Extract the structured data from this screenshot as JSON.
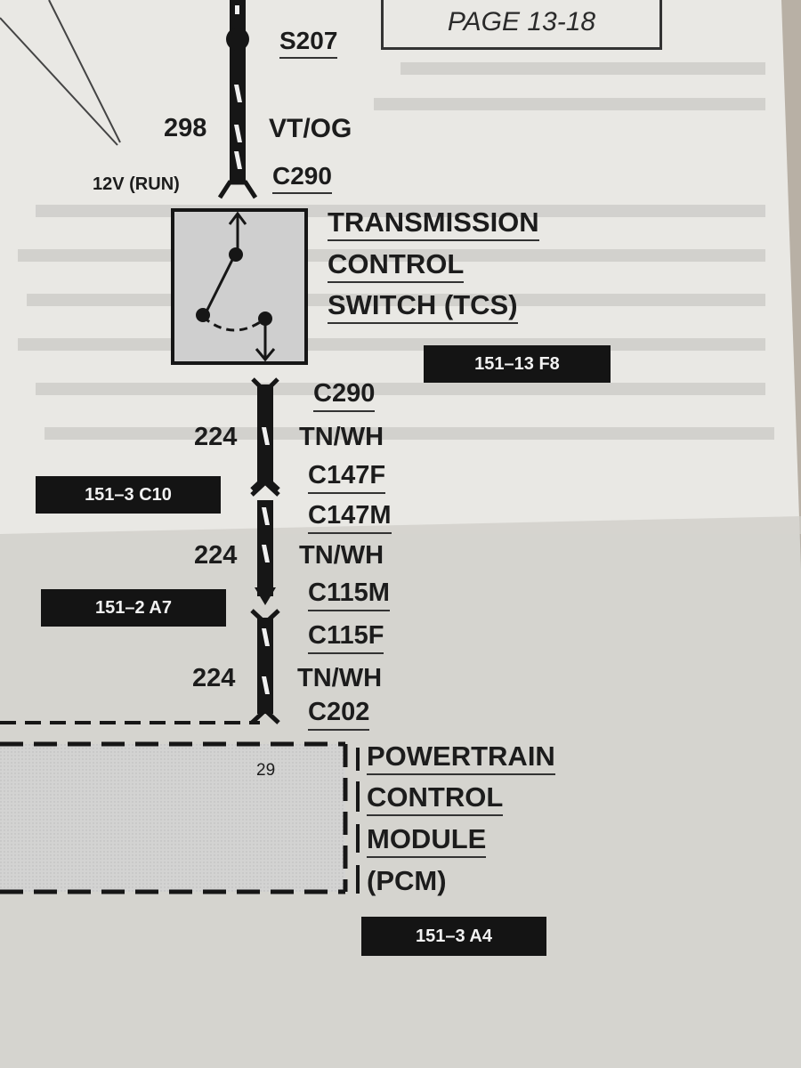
{
  "page_ref": "PAGE 13-18",
  "splice": "S207",
  "supply": {
    "circuit": "298",
    "color": "VT/OG",
    "voltage": "12V (RUN)",
    "connector": "C290"
  },
  "tcs": {
    "line1": "TRANSMISSION",
    "line2": "CONTROL",
    "line3": "SWITCH (TCS)",
    "locator": "151–13 F8"
  },
  "run1": {
    "connector_top": "C290",
    "circuit": "224",
    "color": "TN/WH",
    "connector_bottom": "C147F"
  },
  "run2": {
    "connector_top": "C147M",
    "circuit": "224",
    "color": "TN/WH",
    "connector_bottom": "C115M"
  },
  "run3": {
    "connector_top": "C115F",
    "circuit": "224",
    "color": "TN/WH",
    "connector_bottom": "C202"
  },
  "locators": {
    "c147": "151–3 C10",
    "c115": "151–2 A7"
  },
  "pcm": {
    "pin": "29",
    "line1": "POWERTRAIN",
    "line2": "CONTROL",
    "line3": "MODULE",
    "line4": "(PCM)",
    "locator": "151–3 A4"
  },
  "colors": {
    "paper": "#e6e5e1",
    "shadow": "#cfcdc8",
    "wire": "#161616",
    "tag_bg": "#141414",
    "module_fill": "#cdcdcd",
    "frame": "#6b5a44"
  }
}
